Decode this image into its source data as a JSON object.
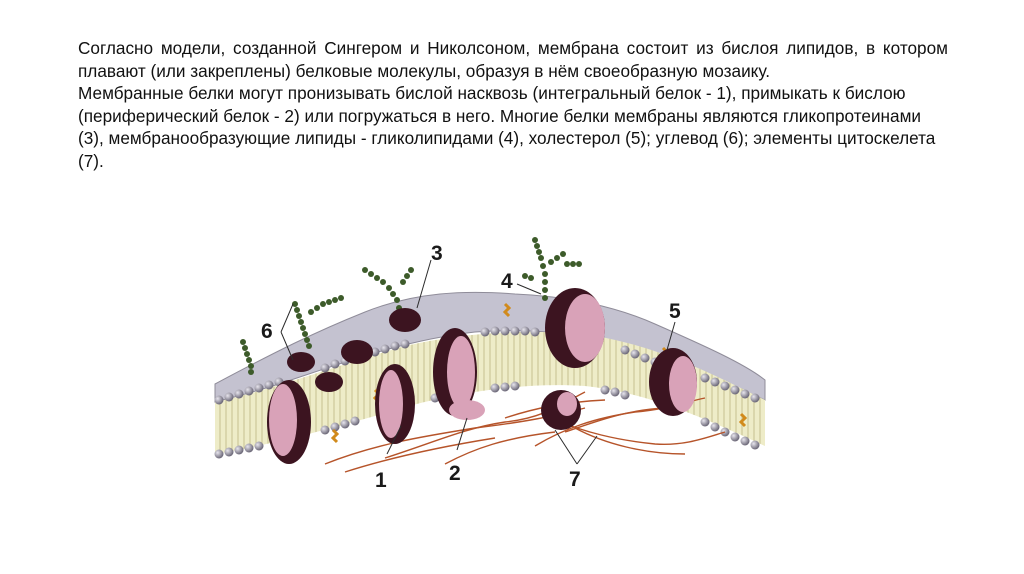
{
  "slide": {
    "paragraphs": [
      "Согласно модели, созданной Сингером и Николсоном, мембрана состоит из бислоя липидов, в котором плавают (или закреплены) белковые молекулы, образуя в нём своеобразную мозаику.",
      "Мембранные белки могут пронизывать бислой насквозь (интегральный белок - 1), примыкать к бислою (периферический белок - 2) или погружаться в него. Многие белки мембраны являются гликопротеинами (3), мембранообразующие липиды - гликолипидами (4), холестерол (5); углевод (6); элементы цитоскелета (7)."
    ]
  },
  "diagram": {
    "labels": [
      "1",
      "2",
      "3",
      "4",
      "5",
      "6",
      "7"
    ],
    "colors": {
      "lipid_head": "#8f8c99",
      "lipid_tail": "#b3ad7a",
      "membrane_core": "#eeecc8",
      "surface": "#bcbac8",
      "protein_dark": "#3c1420",
      "protein_light": "#d9a2b8",
      "carbohydrate": "#3d5b2a",
      "cholesterol": "#d18a1c",
      "cytoskeleton": "#b6542a"
    }
  }
}
